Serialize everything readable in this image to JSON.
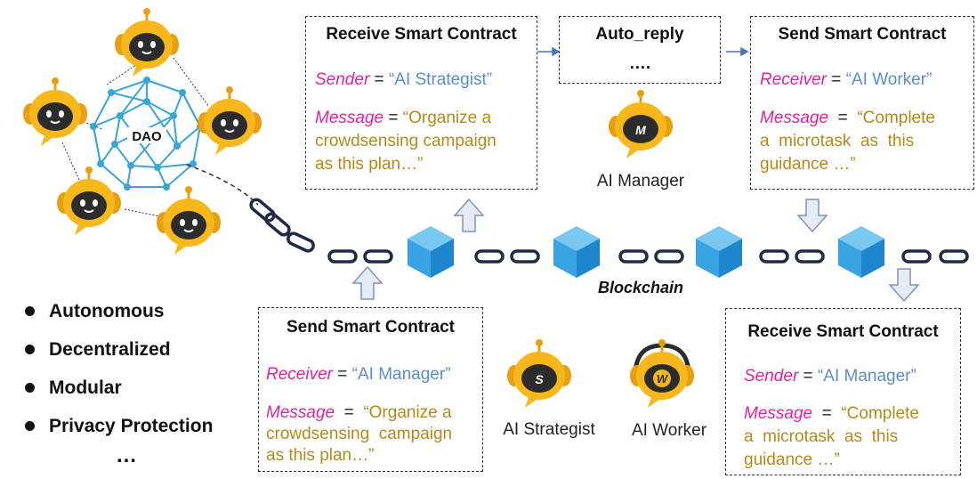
{
  "dao_label": "DAO",
  "blockchain_label": "Blockchain",
  "features": [
    "Autonomous",
    "Decentralized",
    "Modular",
    "Privacy Protection"
  ],
  "features_more": "…",
  "agents": {
    "manager": {
      "label": "AI Manager",
      "badge": "M"
    },
    "strategist": {
      "label": "AI Strategist",
      "badge": "S"
    },
    "worker": {
      "label": "AI Worker",
      "badge": "W"
    }
  },
  "boxes": {
    "receive_top": {
      "title": "Receive Smart Contract",
      "field1_label": "Sender",
      "field1_eq": " = ",
      "field1_value": "“AI Strategist”",
      "field2_label": "Message",
      "field2_eq": " = ",
      "msg_lines": [
        "“Organize a",
        "crowdsensing campaign",
        "as this plan…”"
      ]
    },
    "auto_reply": {
      "title": "Auto_reply",
      "content": "…."
    },
    "send_top": {
      "title": "Send Smart Contract",
      "field1_label": "Receiver",
      "field1_eq": " = ",
      "field1_value": "“AI Worker”",
      "field2_label": "Message",
      "field2_eq": "  =  ",
      "msg_lines": [
        "“Complete",
        "a  microtask  as  this",
        "guidance …”"
      ]
    },
    "send_bottom": {
      "title": "Send Smart Contract",
      "field1_label": "Receiver",
      "field1_eq": " = ",
      "field1_value": "“AI Manager”",
      "field2_label": "Message",
      "field2_eq": "  =  ",
      "msg_lines": [
        "“Organize a",
        "crowdsensing  campaign",
        "as this plan…”"
      ]
    },
    "receive_bottom": {
      "title": "Receive Smart Contract",
      "field1_label": "Sender",
      "field1_eq": " = ",
      "field1_value": "“AI Manager”",
      "field2_label": "Message",
      "field2_eq": "  =  ",
      "msg_lines": [
        "“Complete",
        "a  microtask  as  this",
        "guidance …”"
      ]
    }
  },
  "colors": {
    "robot_body": "#f6b81c",
    "robot_face": "#2c2c2c",
    "robot_outline": "#e8a012",
    "block_top": "#79c8f2",
    "block_left": "#3aa3e4",
    "block_right": "#1e86cc",
    "dao_net": "#39a6d6",
    "chain": "#1f2b45",
    "arrow_fill": "#e6ecf5",
    "arrow_stroke": "#7f93b8",
    "label_pink": "#e0249c",
    "value_blue": "#5a8ec8",
    "message_gold": "#b58a1c"
  }
}
